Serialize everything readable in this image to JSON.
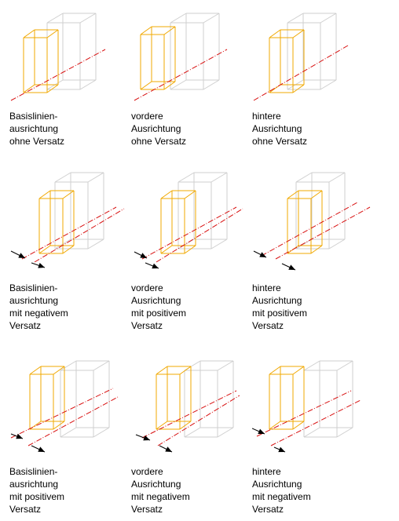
{
  "colors": {
    "wall_panel": "#f0a800",
    "ghost_block": "#cfcfcf",
    "baseline": "#d81010",
    "arrow": "#000000"
  },
  "diagrams": [
    {
      "lines": [
        "Basislinien-",
        "ausrichtung",
        "ohne Versatz"
      ]
    },
    {
      "lines": [
        "vordere",
        "Ausrichtung",
        "ohne Versatz"
      ]
    },
    {
      "lines": [
        "hintere",
        "Ausrichtung",
        "ohne Versatz"
      ]
    },
    {
      "lines": [
        "Basislinien-",
        "ausrichtung",
        "mit negativem",
        "Versatz"
      ]
    },
    {
      "lines": [
        "vordere",
        "Ausrichtung",
        "mit positivem",
        "Versatz"
      ]
    },
    {
      "lines": [
        "hintere",
        "Ausrichtung",
        "mit positivem",
        "Versatz"
      ]
    },
    {
      "lines": [
        "Basislinien-",
        "ausrichtung",
        "mit positivem",
        "Versatz"
      ]
    },
    {
      "lines": [
        "vordere",
        "Ausrichtung",
        "mit negativem",
        "Versatz"
      ]
    },
    {
      "lines": [
        "hintere",
        "Ausrichtung",
        "mit negativem",
        "Versatz"
      ]
    }
  ]
}
